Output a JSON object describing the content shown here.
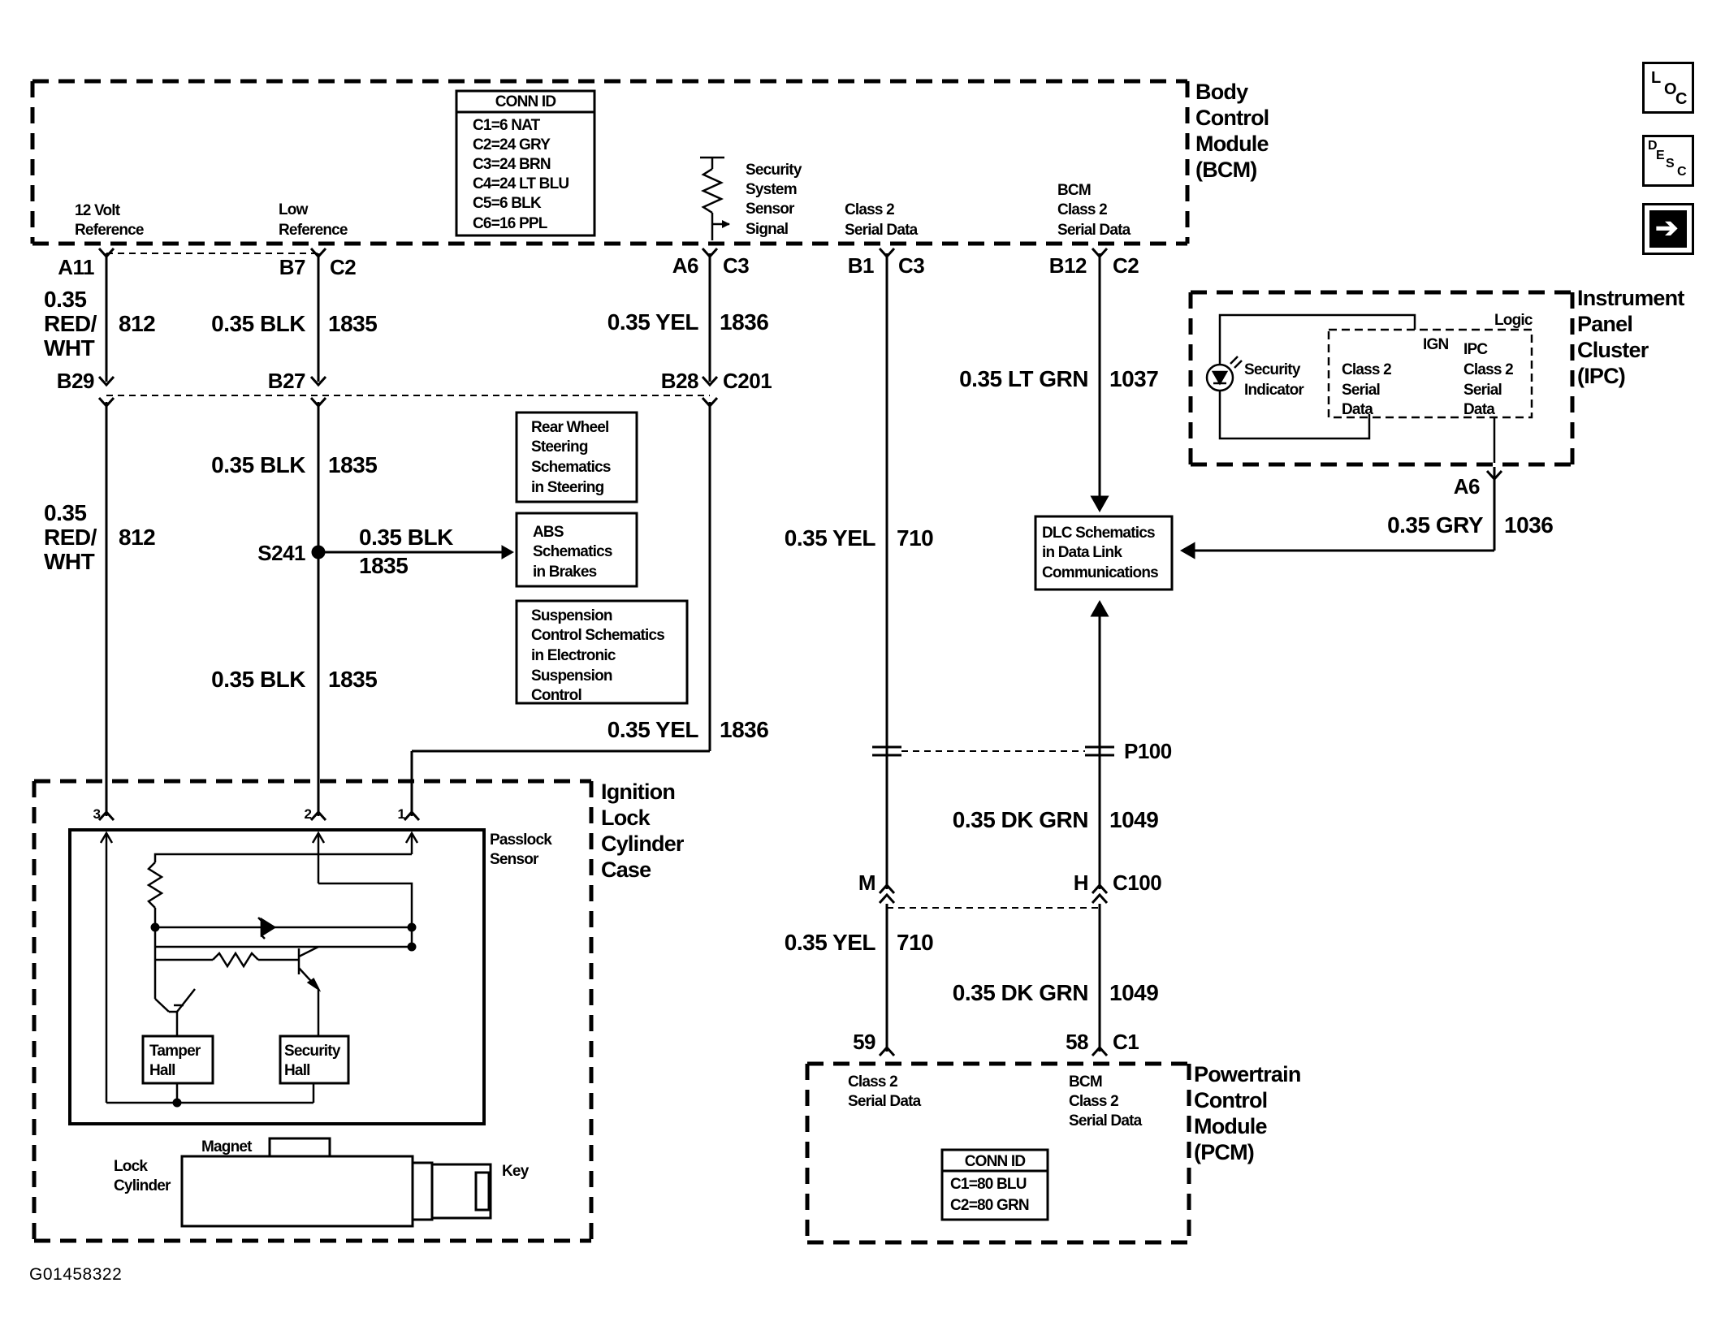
{
  "nav": {
    "loc": {
      "a": "L",
      "b": "O",
      "c": "C"
    },
    "desc": {
      "a": "D",
      "b": "E",
      "c": "S",
      "d": "C"
    },
    "next": "➔"
  },
  "bcm": {
    "name": [
      "Body",
      "Control",
      "Module",
      "(BCM)"
    ],
    "conn_id": {
      "title": "CONN ID",
      "rows": [
        "C1=6 NAT",
        "C2=24 GRY",
        "C3=24 BRN",
        "C4=24 LT BLU",
        "C5=6 BLK",
        "C6=16 PPL"
      ]
    },
    "labels": {
      "ref12": [
        "12 Volt",
        "Reference"
      ],
      "lowref": [
        "Low",
        "Reference"
      ],
      "security": [
        "Security",
        "System",
        "Sensor",
        "Signal"
      ],
      "class2": [
        "Class 2",
        "Serial Data"
      ],
      "bcm_class2": [
        "BCM",
        "Class 2",
        "Serial Data"
      ]
    }
  },
  "pins": {
    "a11": "A11",
    "b7": "B7",
    "c2a": "C2",
    "a6": "A6",
    "c3a": "C3",
    "b1": "B1",
    "c3b": "C3",
    "b12": "B12",
    "c2b": "C2",
    "b29": "B29",
    "b27": "B27",
    "b28": "B28",
    "c201": "C201",
    "s241": "S241",
    "p100": "P100",
    "m": "M",
    "h": "H",
    "c100": "C100",
    "p59": "59",
    "p58": "58",
    "c1": "C1",
    "ipc_a6": "A6",
    "ilc3": "3",
    "ilc2": "2",
    "ilc1": "1"
  },
  "wires": {
    "w812_a_gauge": [
      "0.35",
      "RED/",
      "WHT"
    ],
    "w812_a_num": "812",
    "w1835_a_gauge": "0.35 BLK",
    "w1835_a_num": "1835",
    "w1836_a_gauge": "0.35 YEL",
    "w1836_a_num": "1836",
    "w812_b_gauge": [
      "0.35",
      "RED/",
      "WHT"
    ],
    "w812_b_num": "812",
    "w1835_b_gauge": "0.35 BLK",
    "w1835_b_num": "1835",
    "w1835_s_gauge": "0.35 BLK",
    "w1835_s_num": "1835",
    "w1835_c_gauge": "0.35 BLK",
    "w1835_c_num": "1835",
    "w1836_b_gauge": "0.35 YEL",
    "w1836_b_num": "1836",
    "w710_a_gauge": "0.35 YEL",
    "w710_a_num": "710",
    "w1037_gauge": "0.35 LT GRN",
    "w1037_num": "1037",
    "w1036_gauge": "0.35 GRY",
    "w1036_num": "1036",
    "w1049_a_gauge": "0.35 DK GRN",
    "w1049_a_num": "1049",
    "w710_b_gauge": "0.35 YEL",
    "w710_b_num": "710",
    "w1049_b_gauge": "0.35 DK GRN",
    "w1049_b_num": "1049"
  },
  "refs": {
    "rws": [
      "Rear Wheel",
      "Steering",
      "Schematics",
      "in Steering"
    ],
    "abs": [
      "ABS",
      "Schematics",
      "in Brakes"
    ],
    "susp": [
      "Suspension",
      "Control Schematics",
      "in Electronic",
      "Suspension",
      "Control"
    ],
    "dlc": [
      "DLC Schematics",
      "in Data Link",
      "Communications"
    ]
  },
  "ipc": {
    "name": [
      "Instrument",
      "Panel",
      "Cluster",
      "(IPC)"
    ],
    "logic": "Logic",
    "ign": "IGN",
    "indicator": [
      "Security",
      "Indicator"
    ],
    "left_data": [
      "Class 2",
      "Serial",
      "Data"
    ],
    "right_data": [
      "IPC",
      "Class 2",
      "Serial",
      "Data"
    ]
  },
  "ilc": {
    "name": [
      "Ignition",
      "Lock",
      "Cylinder",
      "Case"
    ],
    "passlock": [
      "Passlock",
      "Sensor"
    ],
    "tamper": [
      "Tamper",
      "Hall"
    ],
    "security_hall": [
      "Security",
      "Hall"
    ],
    "magnet": "Magnet",
    "lock_cyl": [
      "Lock",
      "Cylinder"
    ],
    "key": "Key"
  },
  "pcm": {
    "name": [
      "Powertrain",
      "Control",
      "Module",
      "(PCM)"
    ],
    "class2": [
      "Class 2",
      "Serial Data"
    ],
    "bcm_class2": [
      "BCM",
      "Class 2",
      "Serial Data"
    ],
    "conn_id": {
      "title": "CONN ID",
      "rows": [
        "C1=80 BLU",
        "C2=80 GRN"
      ]
    }
  },
  "figure_id": "G01458322"
}
